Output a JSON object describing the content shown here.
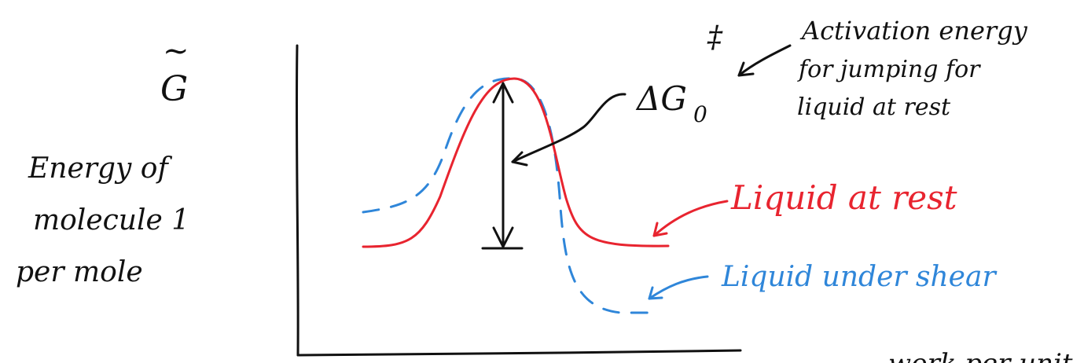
{
  "diagram": {
    "y_symbol": "G",
    "y_tilde": "~",
    "y_label_lines": [
      "Energy of",
      "molecule 1",
      "per mole"
    ],
    "barrier_symbol": "ΔG",
    "barrier_subscript": "0",
    "barrier_superscript": "‡",
    "activation_note_lines": [
      "Activation energy",
      "for jumping for",
      "liquid at rest"
    ],
    "rest_label": "Liquid at rest",
    "shear_label": "Liquid under shear",
    "partial_text": "work per unit"
  },
  "colors": {
    "ink": "#111111",
    "rest_curve": "#e8242f",
    "shear_curve": "#2f86d9"
  }
}
